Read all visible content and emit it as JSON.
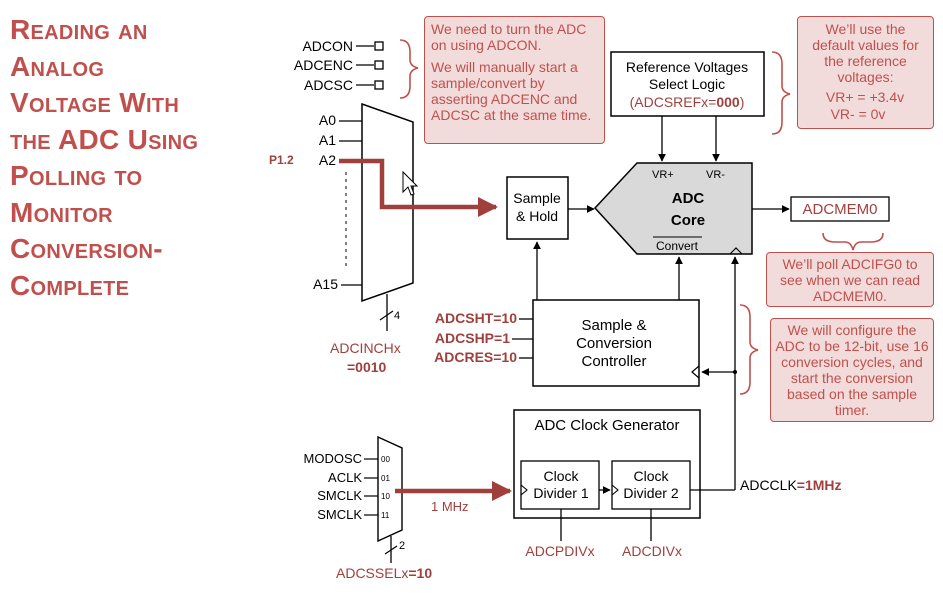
{
  "title_lines": [
    "Reading an",
    "Analog",
    "Voltage With",
    "the ADC Using",
    "Polling to",
    "Monitor",
    "Conversion-",
    "Complete"
  ],
  "notes": {
    "adcon": [
      "We need to turn the ADC on using ADCON.",
      "We will manually start a sample/convert by asserting ADCENC and ADCSC at the same time."
    ],
    "ref": "We’ll use the default values for the reference voltages:",
    "ref_vp_label": "VR+ = +3.4v",
    "ref_vm_label": "VR- = 0v",
    "poll": "We’ll poll ADCIFG0 to see when we can read ADCMEM0.",
    "config": "We will configure the ADC to be 12-bit, use 16 conversion cycles, and start the conversion based on the sample timer."
  },
  "diagram": {
    "ctrl_bits": [
      "ADCON",
      "ADCENC",
      "ADCSC"
    ],
    "mux_inputs": [
      "A0",
      "A1",
      "A2",
      "A15"
    ],
    "pin_label": "P1.2",
    "mux_bus_width": "4",
    "inch_label": "ADCINCHx",
    "inch_value": "=0010",
    "sample_hold": [
      "Sample",
      "& Hold"
    ],
    "ref_block": [
      "Reference Voltages",
      "Select Logic"
    ],
    "ref_sel_label": "(ADCSREFx=",
    "ref_sel_value": "000",
    "ref_sel_close": ")",
    "vr_plus": "VR+",
    "vr_minus": "VR-",
    "core": [
      "ADC",
      "Core"
    ],
    "convert": "Convert",
    "mem": "ADCMEM0",
    "controller": [
      "Sample &",
      "Conversion",
      "Controller"
    ],
    "ctrl_settings": [
      "ADCSHT=10",
      "ADCSHP=1",
      "ADCRES=10"
    ],
    "clock_gen": "ADC Clock Generator",
    "div1": [
      "Clock",
      "Divider 1"
    ],
    "div2": [
      "Clock",
      "Divider 2"
    ],
    "clk_sources": [
      "MODOSC",
      "ACLK",
      "SMCLK",
      "SMCLK"
    ],
    "clk_indices": [
      "00",
      "01",
      "10",
      "11"
    ],
    "clk_freq": "1 MHz",
    "ssel_bus_width": "2",
    "ssel_label": "ADCSSELx",
    "ssel_value": "=10",
    "pdiv": "ADCPDIVx",
    "div": "ADCDIVx",
    "adcclk_label": "ADCCLK",
    "adcclk_value": "=1MHz"
  }
}
